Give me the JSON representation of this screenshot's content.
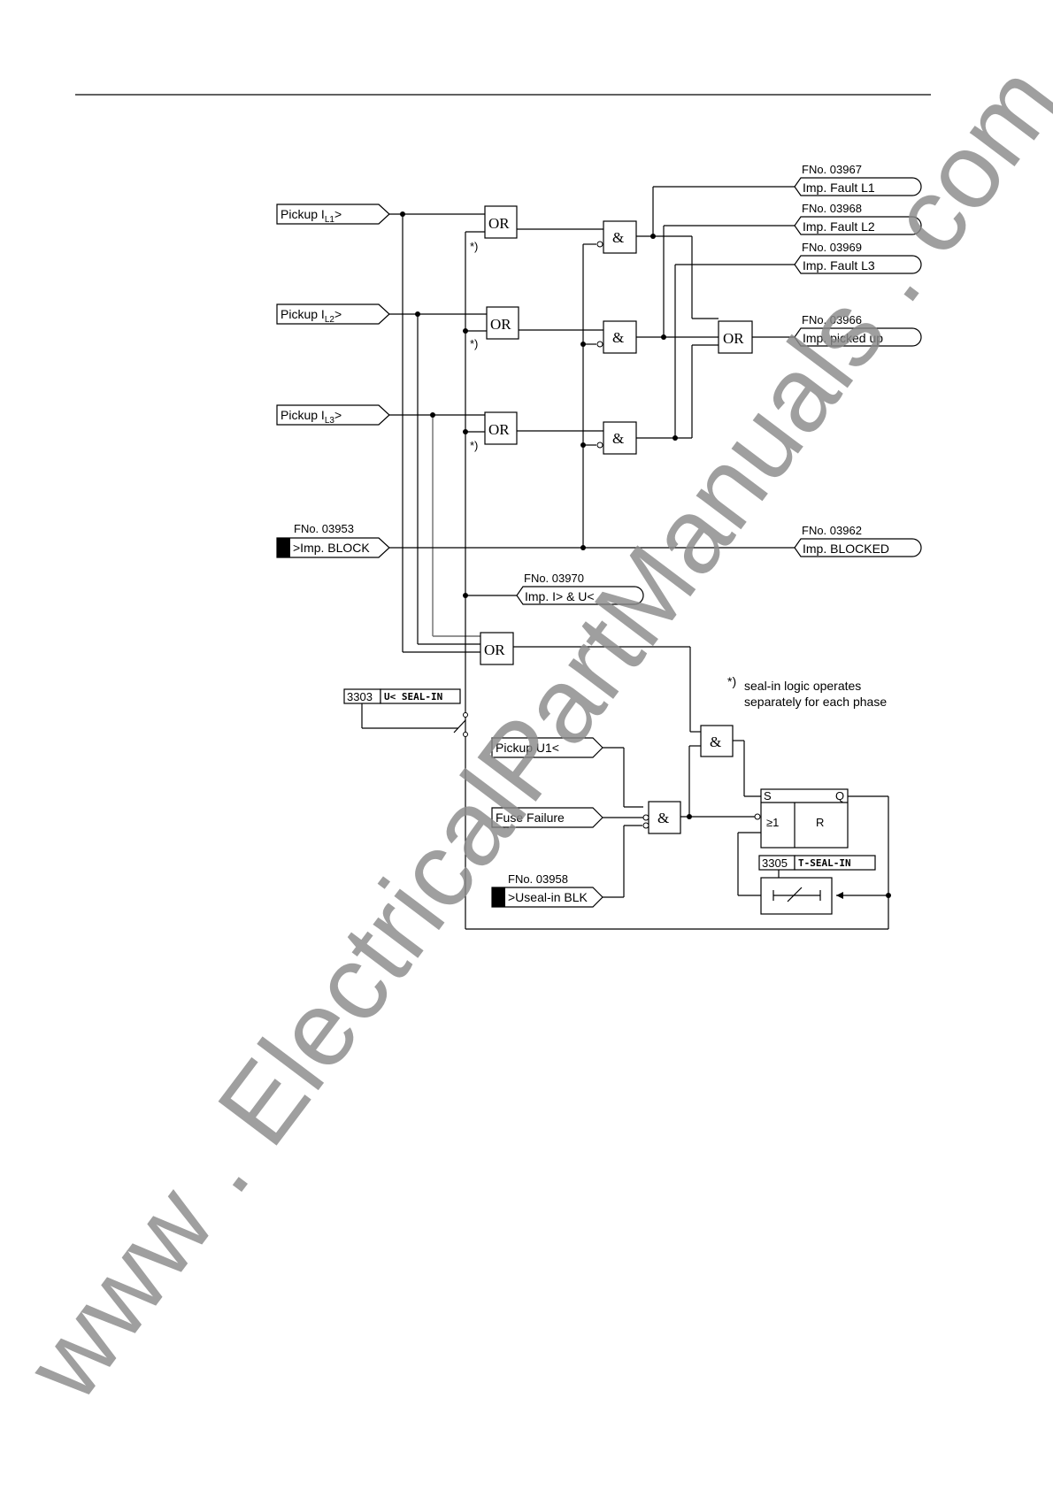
{
  "inputs": {
    "pickup_l1": {
      "main": "Pickup I",
      "sub": "L1",
      "tail": ">"
    },
    "pickup_l2": {
      "main": "Pickup I",
      "sub": "L2",
      "tail": ">"
    },
    "pickup_l3": {
      "main": "Pickup I",
      "sub": "L3",
      "tail": ">"
    },
    "imp_block": {
      "fno": "FNo. 03953",
      "label": ">Imp. BLOCK"
    },
    "pickup_u1": {
      "label": "Pickup U1<"
    },
    "fuse_failure": {
      "label": "Fuse Failure"
    },
    "useal_blk": {
      "fno": "FNo. 03958",
      "label": ">Useal-in BLK"
    }
  },
  "outputs": {
    "fault_l1": {
      "fno": "FNo. 03967",
      "label": "Imp. Fault L1"
    },
    "fault_l2": {
      "fno": "FNo. 03968",
      "label": "Imp. Fault L2"
    },
    "fault_l3": {
      "fno": "FNo. 03969",
      "label": "Imp. Fault L3"
    },
    "picked_up": {
      "fno": "FNo. 03966",
      "label": "Imp. picked up"
    },
    "blocked": {
      "fno": "FNo. 03962",
      "label": "Imp. BLOCKED"
    },
    "i_and_u": {
      "fno": "FNo. 03970",
      "label": "Imp. I> & U<"
    }
  },
  "gates": {
    "or": "OR",
    "and": "&"
  },
  "settings": {
    "seal_in": {
      "num": "3303",
      "name": "U< SEAL-IN"
    },
    "t_seal_in": {
      "num": "3305",
      "name": "T-SEAL-IN"
    }
  },
  "flipflop": {
    "s": "S",
    "q": "Q",
    "ge1": "≥1",
    "r": "R"
  },
  "footnote": {
    "marker": "*)",
    "ref": "*)",
    "line1": "seal-in  logic  operates",
    "line2": "separately  for  each  phase"
  },
  "watermark": "www . ElectricalPartManuals . com"
}
